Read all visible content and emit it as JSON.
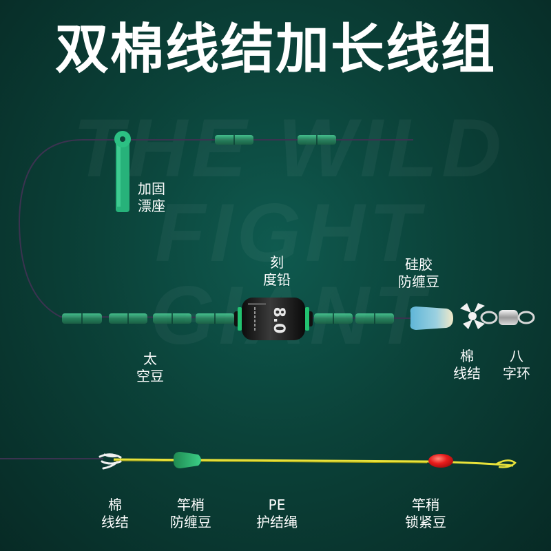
{
  "title": "双棉线结加长线组",
  "watermark": {
    "line1": "THE WILD",
    "line2": "FIGHT GIANT"
  },
  "sinker_weight": "8.0",
  "labels": {
    "float_seat": [
      "加固",
      "漂座"
    ],
    "sinker": [
      "刻",
      "度铅"
    ],
    "silicone_bead": [
      "硅胶",
      "防缠豆"
    ],
    "space_bean": [
      "太",
      "空豆"
    ],
    "cotton_knot_top": [
      "棉",
      "线结"
    ],
    "swivel": [
      "八",
      "字环"
    ],
    "cotton_knot_bottom": [
      "棉",
      "线结"
    ],
    "tip_bead": [
      "竿梢",
      "防缠豆"
    ],
    "pe_rope": [
      "PE",
      "护结绳"
    ],
    "lock_bead": [
      "竿稍",
      "锁紧豆"
    ]
  },
  "colors": {
    "line": "#3b3350",
    "bead": "#2f9a6e",
    "float_seat": "#27b27a",
    "pe_rope": "#e8e23a",
    "lock_bead": "#e81c1c"
  }
}
